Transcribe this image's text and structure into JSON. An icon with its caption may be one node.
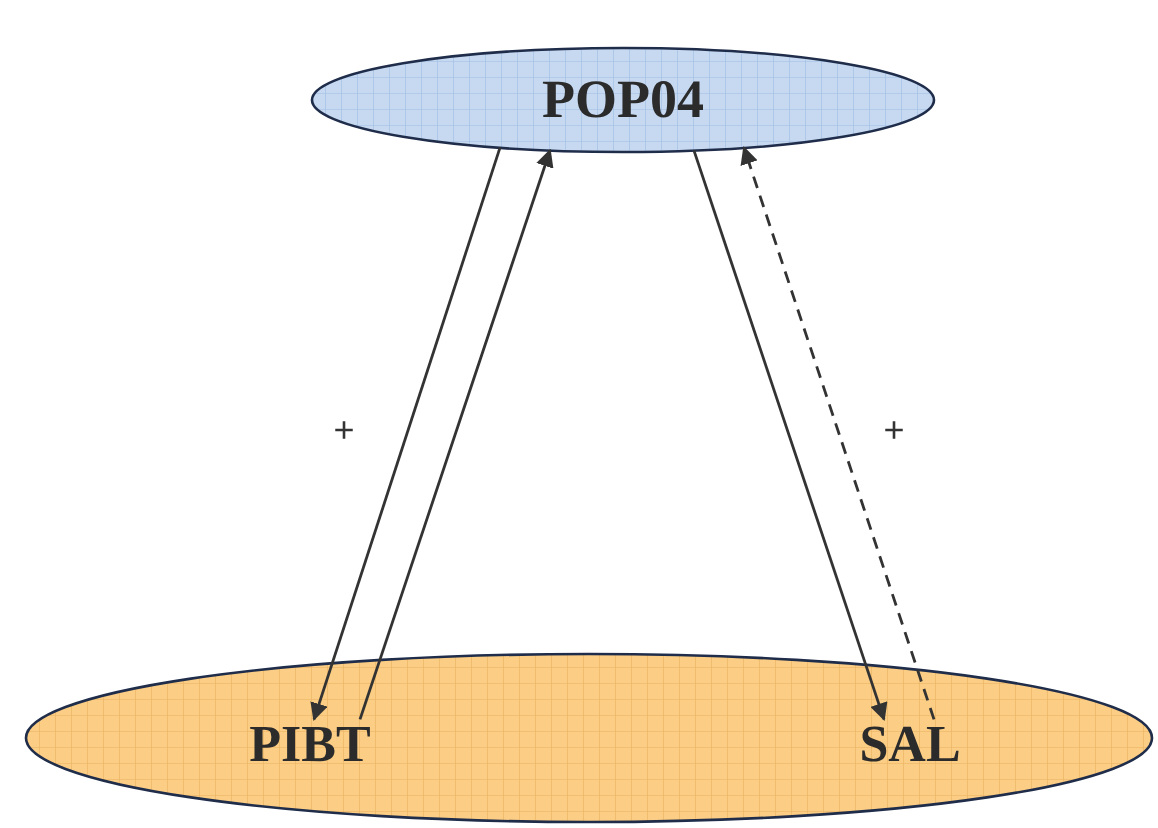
{
  "diagram": {
    "nodes": [
      {
        "text": [
          "POP04"
        ]
      },
      {
        "text": [],
        "shape": "ellipse"
      },
      {
        "text": [
          "PIBT"
        ],
        "in": 1
      },
      {
        "text": [
          "SAL"
        ],
        "in": 1
      }
    ],
    "edges": [
      {
        "from": 0,
        "to": 2,
        "arrow": "to",
        "label": "+"
      },
      {
        "from": 2,
        "to": 0,
        "arrow": "to"
      },
      {
        "from": 0,
        "to": 3,
        "arrow": "to"
      },
      {
        "from": 3,
        "to": 0,
        "arrow": "to",
        "style": "dashed",
        "label": "+"
      }
    ]
  }
}
